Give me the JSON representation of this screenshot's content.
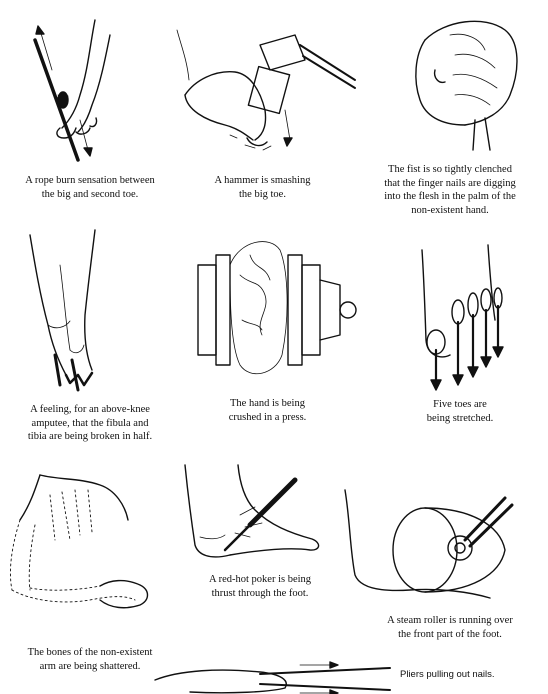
{
  "panels": [
    {
      "id": "rope-burn",
      "caption": "A rope burn sensation between\nthe big and second toe."
    },
    {
      "id": "hammer",
      "caption": "A hammer is smashing\nthe big toe."
    },
    {
      "id": "fist",
      "caption": "The fist is so tightly clenched\nthat the finger nails are digging\ninto the flesh in the palm of the\nnon-existent hand."
    },
    {
      "id": "leg-break",
      "caption": "A feeling, for an above-knee\namputee, that the fibula and\ntibia are being broken in half."
    },
    {
      "id": "press",
      "caption": "The hand is being\ncrushed in a press."
    },
    {
      "id": "toes-stretched",
      "caption": "Five toes are\nbeing stretched."
    },
    {
      "id": "arm-shattered",
      "caption": "The bones of the non-existent\narm are being shattered."
    },
    {
      "id": "poker",
      "caption": "A red-hot poker is being\nthrust through the foot."
    },
    {
      "id": "steam-roller",
      "caption": "A steam roller is running over\nthe front part of the foot."
    },
    {
      "id": "pliers",
      "caption": "Pliers pulling out nails."
    }
  ]
}
